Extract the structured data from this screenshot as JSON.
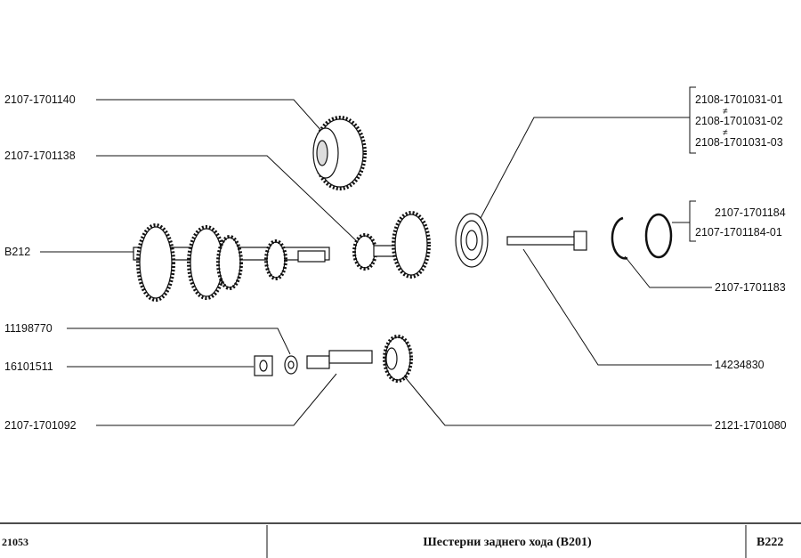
{
  "labels_left": {
    "p1": "2107-1701140",
    "p2": "2107-1701138",
    "p3": "B212",
    "p4": "11198770",
    "p5": "16101511",
    "p6": "2107-1701092"
  },
  "labels_right": {
    "bearing_group": [
      "2108-1701031-01",
      "2108-1701031-02",
      "2108-1701031-03"
    ],
    "not_equal_symbol": "≠",
    "ring_group": [
      "2107-1701184",
      "2107-1701184-01"
    ],
    "circlip": "2107-1701183",
    "bolt": "14234830",
    "gear": "2121-1701080"
  },
  "footer": {
    "model": "21053",
    "title": "Шестерни заднего хода (B201)",
    "code": "B222"
  }
}
